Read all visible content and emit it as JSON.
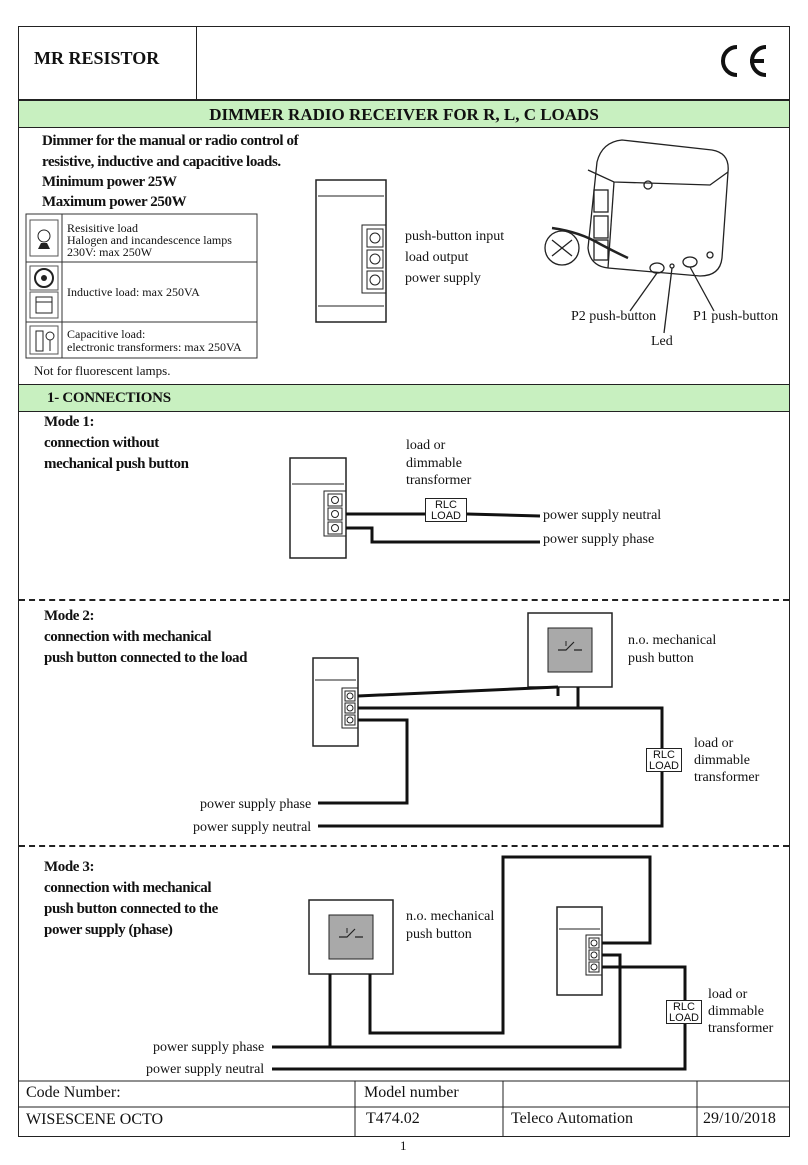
{
  "header": {
    "product_name": "MR RESISTOR",
    "ce_mark": "CE"
  },
  "main_title": "DIMMER RADIO RECEIVER FOR R, L, C LOADS",
  "intro": {
    "lines": [
      "Dimmer for the manual or radio control of",
      "resistive, inductive and capacitive loads.",
      "Minimum power 25W",
      "Maximum power 250W"
    ],
    "load_table": [
      {
        "icon": "lamp-icon",
        "lines": [
          "Resisitive load",
          "Halogen and incandescence lamps",
          "230V: max 250W"
        ]
      },
      {
        "icon": "motor-icon",
        "lines": [
          "Inductive load: max 250VA"
        ]
      },
      {
        "icon": "transformer-icon",
        "lines": [
          "Capacitive load:",
          "electronic transformers: max 250VA"
        ]
      }
    ],
    "note": "Not for fluorescent lamps."
  },
  "terminal_labels": [
    "push-button input",
    "load output",
    "power supply"
  ],
  "device_labels": {
    "p2": "P2 push-button",
    "p1": "P1 push-button",
    "led": "Led"
  },
  "connections_title": "1- CONNECTIONS",
  "mode1": {
    "title": "Mode 1:",
    "desc": [
      "connection without",
      "mechanical push button"
    ],
    "load_label": [
      "load or",
      "dimmable",
      "transformer"
    ],
    "load_box": [
      "RLC",
      "LOAD"
    ],
    "neutral": "power supply neutral",
    "phase": "power supply phase"
  },
  "mode2": {
    "title": "Mode 2:",
    "desc": [
      "connection with mechanical",
      "push button connected to the load"
    ],
    "button_label": [
      "n.o. mechanical",
      "push button"
    ],
    "load_label": [
      "load or",
      "dimmable",
      "transformer"
    ],
    "load_box": [
      "RLC",
      "LOAD"
    ],
    "phase": "power supply phase",
    "neutral": "power supply neutral"
  },
  "mode3": {
    "title": "Mode 3:",
    "desc": [
      "connection with mechanical",
      "push button connected to the",
      "power supply (phase)"
    ],
    "button_label": [
      "n.o. mechanical",
      "push button"
    ],
    "load_label": [
      "load or",
      "dimmable",
      "transformer"
    ],
    "load_box": [
      "RLC",
      "LOAD"
    ],
    "phase": "power supply phase",
    "neutral": "power supply neutral"
  },
  "footer": {
    "code_label": "Code Number:",
    "model_label": "Model number",
    "code_value": "WISESCENE OCTO",
    "model_value": "T474.02",
    "company": "Teleco Automation",
    "date": "29/10/2018"
  },
  "page_number": "1"
}
